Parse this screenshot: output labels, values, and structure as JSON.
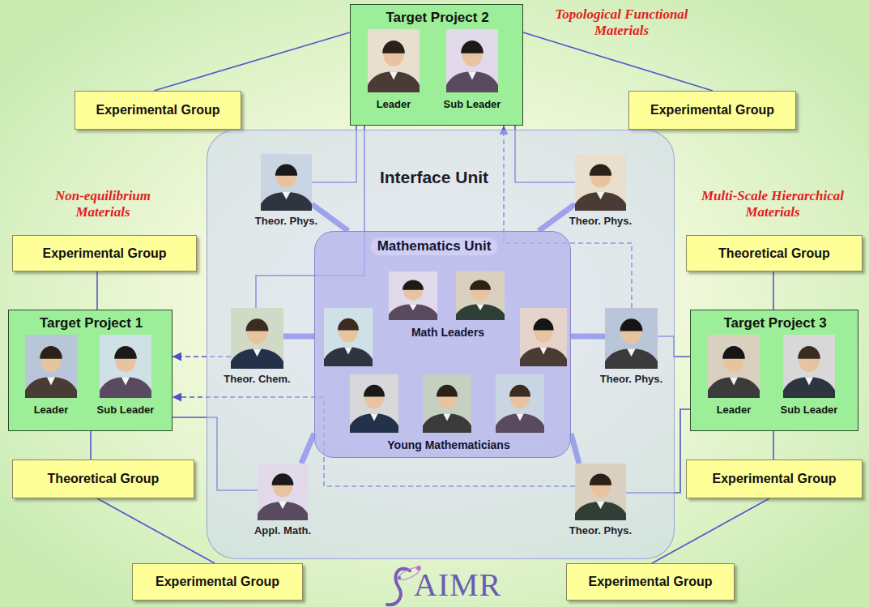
{
  "diagram": {
    "nodes": [
      {
        "text": [
          "Target Project 2",
          "Leader",
          "Sub Leader"
        ]
      },
      {
        "text": [
          "Experimental Group"
        ]
      },
      {
        "text": [
          "Experimental Group"
        ]
      },
      {
        "text": [
          "Experimental Group"
        ]
      },
      {
        "text": [
          "Interface Unit"
        ]
      },
      {
        "text": [
          "Theor. Phys."
        ],
        "in": 4
      },
      {
        "text": [
          "Theor. Phys."
        ],
        "in": 4
      },
      {
        "text": [
          "Mathematics Unit",
          "Math Leaders",
          "Young Mathematicians"
        ],
        "in": 4
      },
      {
        "text": [
          "Theor. Chem."
        ],
        "in": 4
      },
      {
        "text": [
          "Theor. Phys."
        ],
        "in": 4
      },
      {
        "text": [
          "Appl. Math."
        ],
        "in": 4
      },
      {
        "text": [
          "Theor. Phys."
        ],
        "in": 4
      },
      {
        "text": [
          "Target Project 1",
          "Leader",
          "Sub Leader"
        ]
      },
      {
        "text": [
          "Theoretical Group"
        ]
      },
      {
        "text": [
          "Target Project 3",
          "Leader",
          "Sub Leader"
        ]
      },
      {
        "text": [
          "Theoretical Group"
        ]
      },
      {
        "text": [
          "Experimental Group"
        ]
      },
      {
        "text": [
          "Experimental Group"
        ]
      },
      {
        "text": [
          "Experimental Group"
        ]
      }
    ],
    "edges": [
      {
        "from": 0,
        "to": 1,
        "arrow": "none"
      },
      {
        "from": 0,
        "to": 2,
        "arrow": "none"
      },
      {
        "from": 0,
        "to": 5,
        "arrow": "none"
      },
      {
        "from": 0,
        "to": 8,
        "arrow": "none"
      },
      {
        "from": 0,
        "to": 6,
        "arrow": "none"
      },
      {
        "from": 9,
        "to": 0,
        "arrow": "to"
      },
      {
        "from": 3,
        "to": 12,
        "arrow": "none"
      },
      {
        "from": 12,
        "to": 15,
        "arrow": "none"
      },
      {
        "from": 15,
        "to": 17,
        "arrow": "none"
      },
      {
        "from": 8,
        "to": 12,
        "arrow": "to"
      },
      {
        "from": 12,
        "to": 10,
        "arrow": "none"
      },
      {
        "from": 11,
        "to": 12,
        "arrow": "to"
      },
      {
        "from": 13,
        "to": 14,
        "arrow": "none"
      },
      {
        "from": 14,
        "to": 16,
        "arrow": "none"
      },
      {
        "from": 16,
        "to": 18,
        "arrow": "none"
      },
      {
        "from": 14,
        "to": 9,
        "arrow": "none"
      },
      {
        "from": 14,
        "to": 11,
        "arrow": "none"
      },
      {
        "from": 5,
        "to": 7,
        "arrow": "none"
      },
      {
        "from": 6,
        "to": 7,
        "arrow": "none"
      },
      {
        "from": 8,
        "to": 7,
        "arrow": "none"
      },
      {
        "from": 9,
        "to": 7,
        "arrow": "none"
      },
      {
        "from": 10,
        "to": 7,
        "arrow": "none"
      },
      {
        "from": 11,
        "to": 7,
        "arrow": "none"
      }
    ],
    "labels": [
      "Topological Functional Materials",
      "Non-equilibrium Materials",
      "Multi-Scale Hierarchical Materials",
      "AIMR"
    ]
  }
}
